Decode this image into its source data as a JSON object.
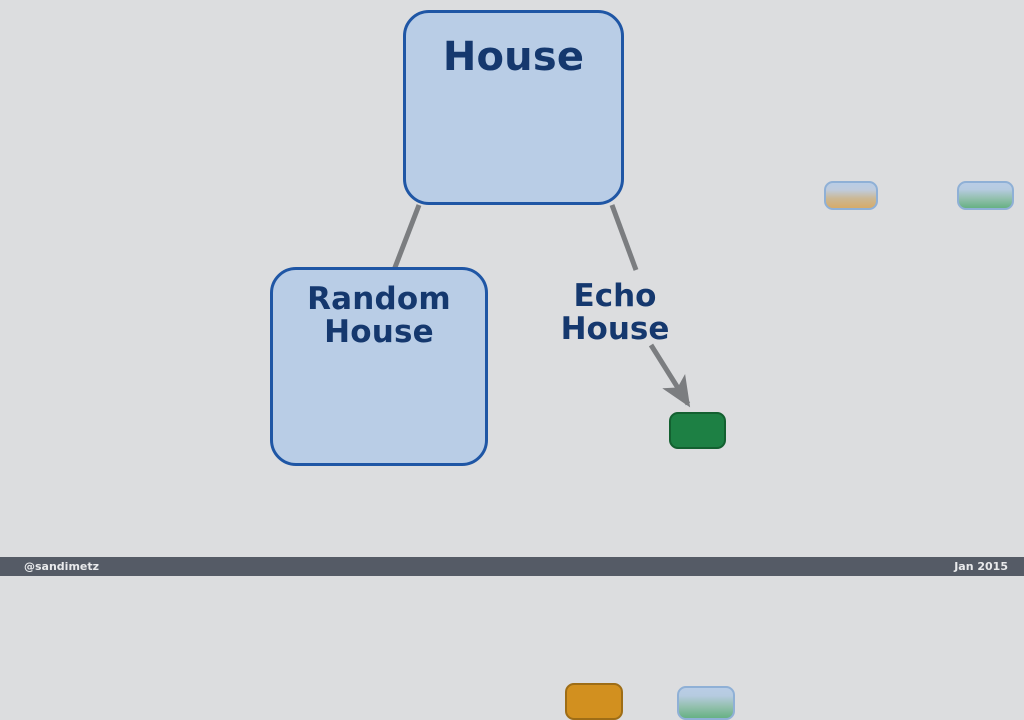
{
  "slide": {
    "background_color": "#dcdddf",
    "node_fill": "#b9cde6",
    "node_border": "#1f56a5",
    "title_color": "#15386e",
    "arrow_color": "#7b7d80",
    "orange_solid": "#d2901f",
    "green_solid": "#1d8044"
  },
  "diagram": {
    "type": "class-inheritance",
    "nodes": [
      {
        "id": "house",
        "title": "House",
        "slots": [
          {
            "id": "house-left",
            "state": "faded",
            "color": "orange"
          },
          {
            "id": "house-right",
            "state": "faded",
            "color": "green"
          }
        ]
      },
      {
        "id": "random-house",
        "title": "Random\nHouse",
        "slots": [
          {
            "id": "random-left",
            "state": "solid",
            "color": "orange"
          },
          {
            "id": "random-right",
            "state": "faded",
            "color": "green"
          }
        ]
      },
      {
        "id": "echo-house",
        "title": "Echo\nHouse",
        "slots": [
          {
            "id": "echo-green",
            "state": "solid",
            "color": "green"
          }
        ]
      }
    ],
    "connectors": [
      {
        "id": "house-to-random-house",
        "from": "house",
        "to": "random-house",
        "style": "line"
      },
      {
        "id": "house-to-echo-house",
        "from": "house",
        "to": "echo-house",
        "style": "line"
      },
      {
        "id": "random-house-to-orange-slot",
        "from": "random-house-title",
        "to": "random-left",
        "style": "arrow"
      },
      {
        "id": "echo-house-to-green-slot",
        "from": "echo-house-title",
        "to": "echo-green",
        "style": "arrow"
      }
    ]
  },
  "footer": {
    "handle": "@sandimetz",
    "date": "Jan 2015"
  }
}
